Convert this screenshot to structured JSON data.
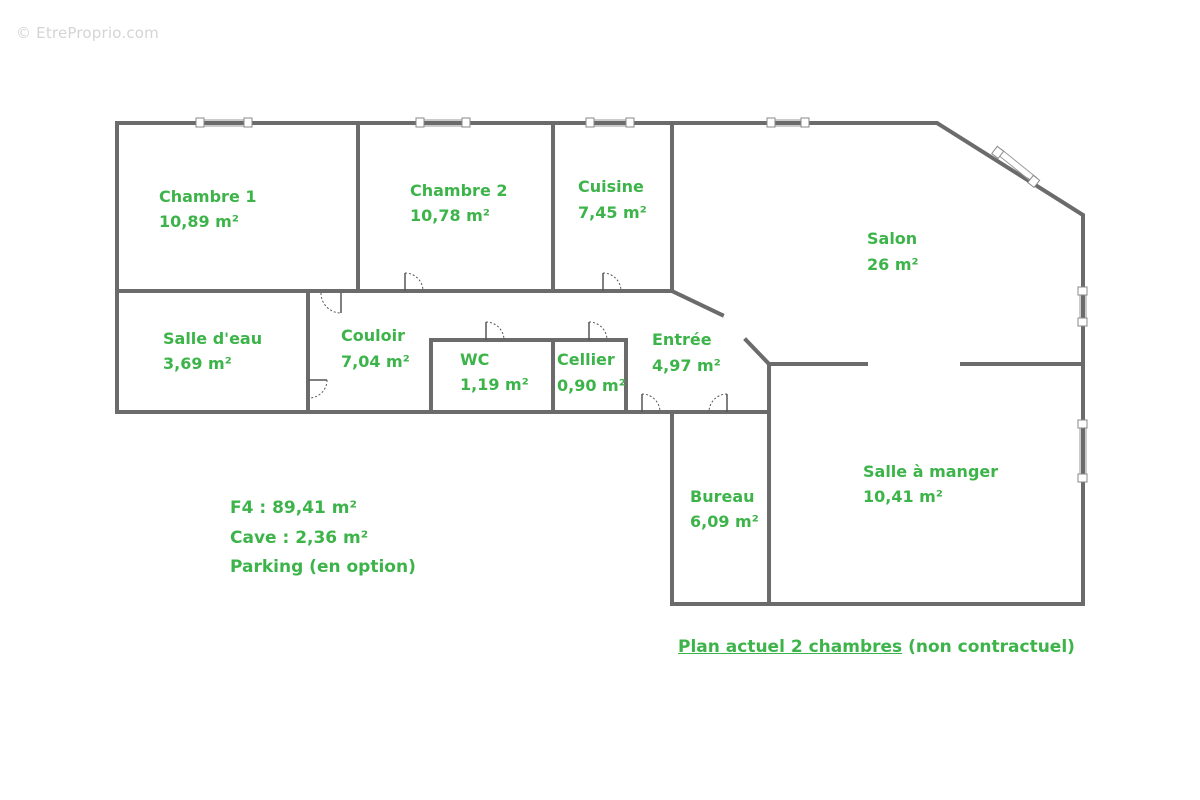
{
  "watermark": "© EtreProprio.com",
  "rooms": [
    {
      "id": "chambre1",
      "name": "Chambre 1",
      "area": "10,89 m²"
    },
    {
      "id": "chambre2",
      "name": "Chambre 2",
      "area": "10,78 m²"
    },
    {
      "id": "cuisine",
      "name": "Cuisine",
      "area": "7,45 m²"
    },
    {
      "id": "salon",
      "name": "Salon",
      "area": "26 m²"
    },
    {
      "id": "salle-deau",
      "name": "Salle d'eau",
      "area": "3,69 m²"
    },
    {
      "id": "couloir",
      "name": "Couloir",
      "area": "7,04 m²"
    },
    {
      "id": "wc",
      "name": "WC",
      "area": "1,19 m²"
    },
    {
      "id": "cellier",
      "name": "Cellier",
      "area": "0,90 m²"
    },
    {
      "id": "entree",
      "name": "Entrée",
      "area": "4,97 m²"
    },
    {
      "id": "bureau",
      "name": "Bureau",
      "area": "6,09 m²"
    },
    {
      "id": "salle-a-manger",
      "name": "Salle à manger",
      "area": "10,41 m²"
    }
  ],
  "summary": {
    "total": "F4 : 89,41 m²",
    "cave": "Cave : 2,36 m²",
    "parking": "Parking (en option)"
  },
  "caption": {
    "underlined": "Plan actuel 2 chambres",
    "rest": "(non contractuel)"
  },
  "colors": {
    "label": "#3db44a",
    "wall": "#6b6b6b"
  }
}
